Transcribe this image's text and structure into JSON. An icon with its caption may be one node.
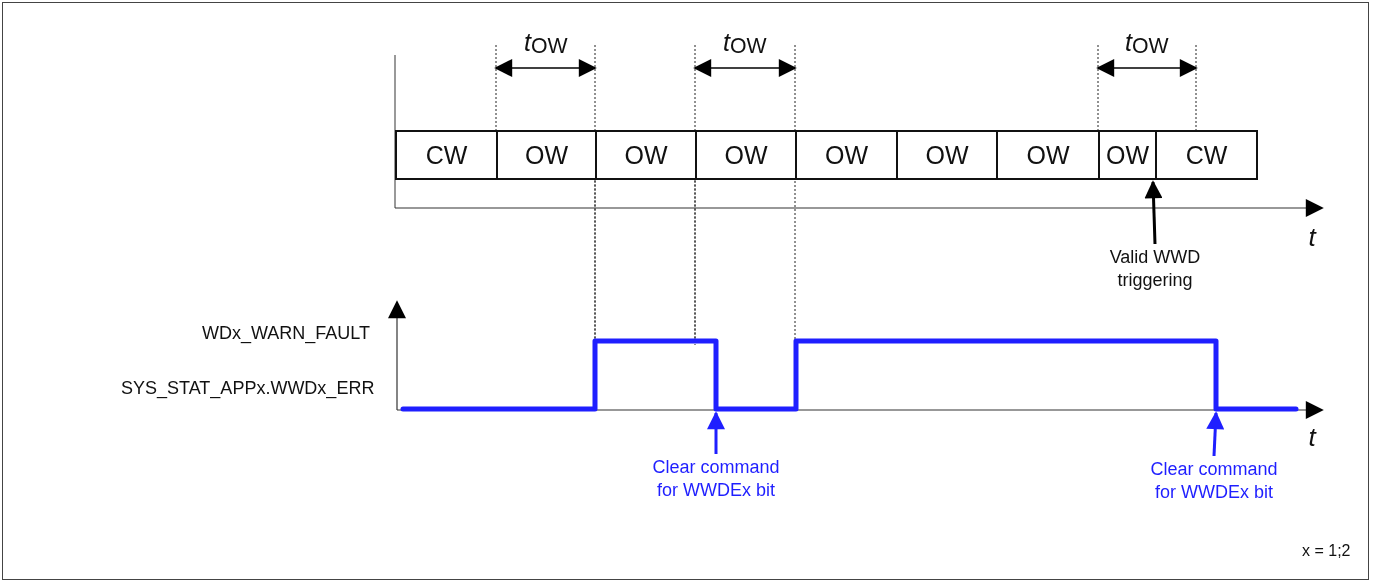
{
  "diagram": {
    "nodes": [
      {
        "text": [
          "CW"
        ]
      },
      {
        "text": [
          "OW"
        ]
      },
      {
        "text": [
          "OW"
        ]
      },
      {
        "text": [
          "OW"
        ]
      },
      {
        "text": [
          "OW"
        ]
      },
      {
        "text": [
          "OW"
        ]
      },
      {
        "text": [
          "OW"
        ]
      },
      {
        "text": [
          "OW"
        ]
      },
      {
        "text": [
          "CW"
        ]
      },
      {
        "text": [
          "Valid WWD triggering"
        ]
      },
      {
        "text": [
          "Clear command for WWDEx bit"
        ]
      },
      {
        "text": [
          "Clear command for WWDEx bit"
        ]
      },
      {
        "text": [],
        "shape": "line"
      }
    ],
    "edges": [
      {
        "from": 9,
        "to": 7,
        "arrow": "to",
        "color": "#000000"
      },
      {
        "from": 10,
        "to": 12,
        "arrow": "to"
      },
      {
        "from": 11,
        "to": 12,
        "arrow": "to"
      }
    ],
    "labels": [
      "*t*$_{OW}$",
      "*t*$_{OW}$",
      "*t*$_{OW}$",
      "*t*",
      "WDx_WARN_FAULT",
      "SYS_STAT_APPx.WWDx_ERR",
      "*t*",
      "x = 1;2"
    ]
  }
}
